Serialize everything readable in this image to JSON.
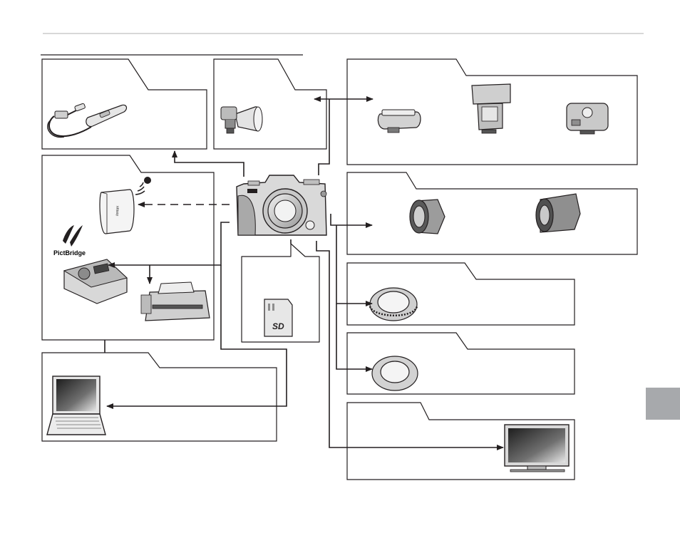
{
  "diagram": {
    "nodes": [
      {
        "id": "camera",
        "icon": "camera-icon"
      },
      {
        "id": "remote-release",
        "icon": "remote-release-icon"
      },
      {
        "id": "microphone",
        "icon": "microphone-icon"
      },
      {
        "id": "shoe-devices",
        "icon_list": [
          "shoe-flash-small-icon",
          "flash-unit-icon",
          "shoe-accessory-icon"
        ]
      },
      {
        "id": "smartphone-printer",
        "icon": "instax-printer-icon",
        "wireless_icon": "wifi-signal-icon"
      },
      {
        "id": "pictbridge-printers",
        "logo_text": "PictBridge",
        "icon_list": [
          "photo-printer-icon",
          "inkjet-printer-icon"
        ]
      },
      {
        "id": "memory-card",
        "icon": "sd-card-icon",
        "card_text": "SD"
      },
      {
        "id": "lenses",
        "icon_list": [
          "lens-icon",
          "zoom-lens-icon"
        ]
      },
      {
        "id": "lens-adapter",
        "icon": "mount-adapter-icon"
      },
      {
        "id": "mount-adapter",
        "icon": "mount-adapter-ring-icon"
      },
      {
        "id": "computer",
        "icon": "laptop-icon"
      },
      {
        "id": "tv",
        "icon": "tv-icon"
      }
    ],
    "printer_brand_text": "instax"
  },
  "colors": {
    "line": "#231f20",
    "accent_tab": "#a7a9ac",
    "device_fill": "#d9d9d9",
    "screen_dark": "#3a3a3a"
  }
}
